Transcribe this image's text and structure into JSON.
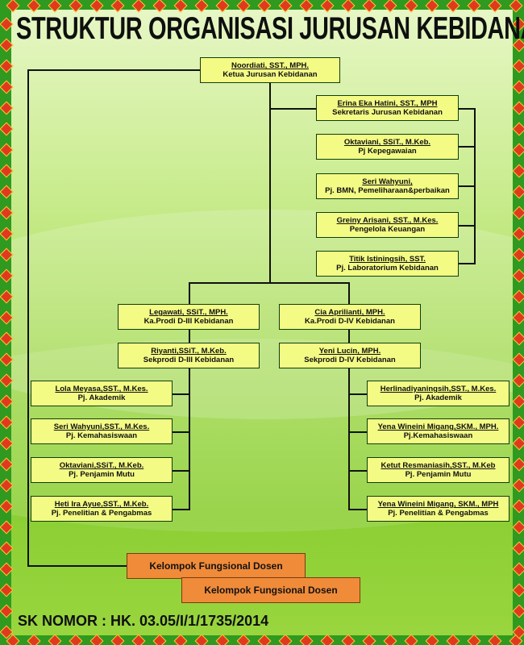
{
  "title": "STRUKTUR ORGANISASI JURUSAN KEBIDANAN",
  "head": {
    "name": "Noordiati, SST., MPH.",
    "role": "Ketua Jurusan Kebidanan"
  },
  "staff": [
    {
      "name": "Erina Eka Hatini, SST., MPH",
      "role": "Sekretaris Jurusan Kebidanan"
    },
    {
      "name": "Oktaviani, SSiT., M.Keb.",
      "role": "Pj Kepegawaian"
    },
    {
      "name": "Seri Wahyuni,",
      "role": "Pj. BMN, Pemeliharaan&perbaikan"
    },
    {
      "name": "Greiny Arisani, SST., M.Kes.",
      "role": "Pengelola Keuangan"
    },
    {
      "name": "Titik Istiningsih, SST.",
      "role": "Pj. Laboratorium Kebidanan"
    }
  ],
  "d3": {
    "kaprodi": {
      "name": "Legawati, SSiT., MPH.",
      "role": "Ka.Prodi D-III Kebidanan"
    },
    "sekprodi": {
      "name": "Riyanti,SSiT., M.Keb.",
      "role": "Sekprodi D-III Kebidanan"
    },
    "units": [
      {
        "name": "Lola Meyasa,SST., M.Kes.",
        "role": "Pj. Akademik"
      },
      {
        "name": "Seri Wahyuni,SST., M.Kes.",
        "role": "Pj. Kemahasiswaan"
      },
      {
        "name": "Oktaviani,SSiT., M.Keb.",
        "role": "Pj. Penjamin Mutu"
      },
      {
        "name": "Heti Ira Ayue,SST., M.Keb.",
        "role": "Pj. Penelitian & Pengabmas"
      }
    ]
  },
  "d4": {
    "kaprodi": {
      "name": "Cia Aprilianti, MPH.",
      "role": "Ka.Prodi D-IV Kebidanan"
    },
    "sekprodi": {
      "name": "Yeni Lucin, MPH.",
      "role": "Sekprodi D-IV Kebidanan"
    },
    "units": [
      {
        "name": "Herlinadiyaningsih,SST., M.Kes.",
        "role": "Pj. Akademik"
      },
      {
        "name": "Yena Wineini Migang,SKM., MPH.",
        "role": "Pj.Kemahasiswaan"
      },
      {
        "name": "Ketut Resmaniasih,SST., M.Keb",
        "role": "Pj. Penjamin Mutu"
      },
      {
        "name": "Yena Wineini Migang, SKM., MPH",
        "role": "Pj. Penelitian & Pengabmas"
      }
    ]
  },
  "fungsional": [
    "Kelompok Fungsional Dosen",
    "Kelompok Fungsional Dosen"
  ],
  "sk": "SK NOMOR : HK. 03.05/I/1/1735/2014"
}
